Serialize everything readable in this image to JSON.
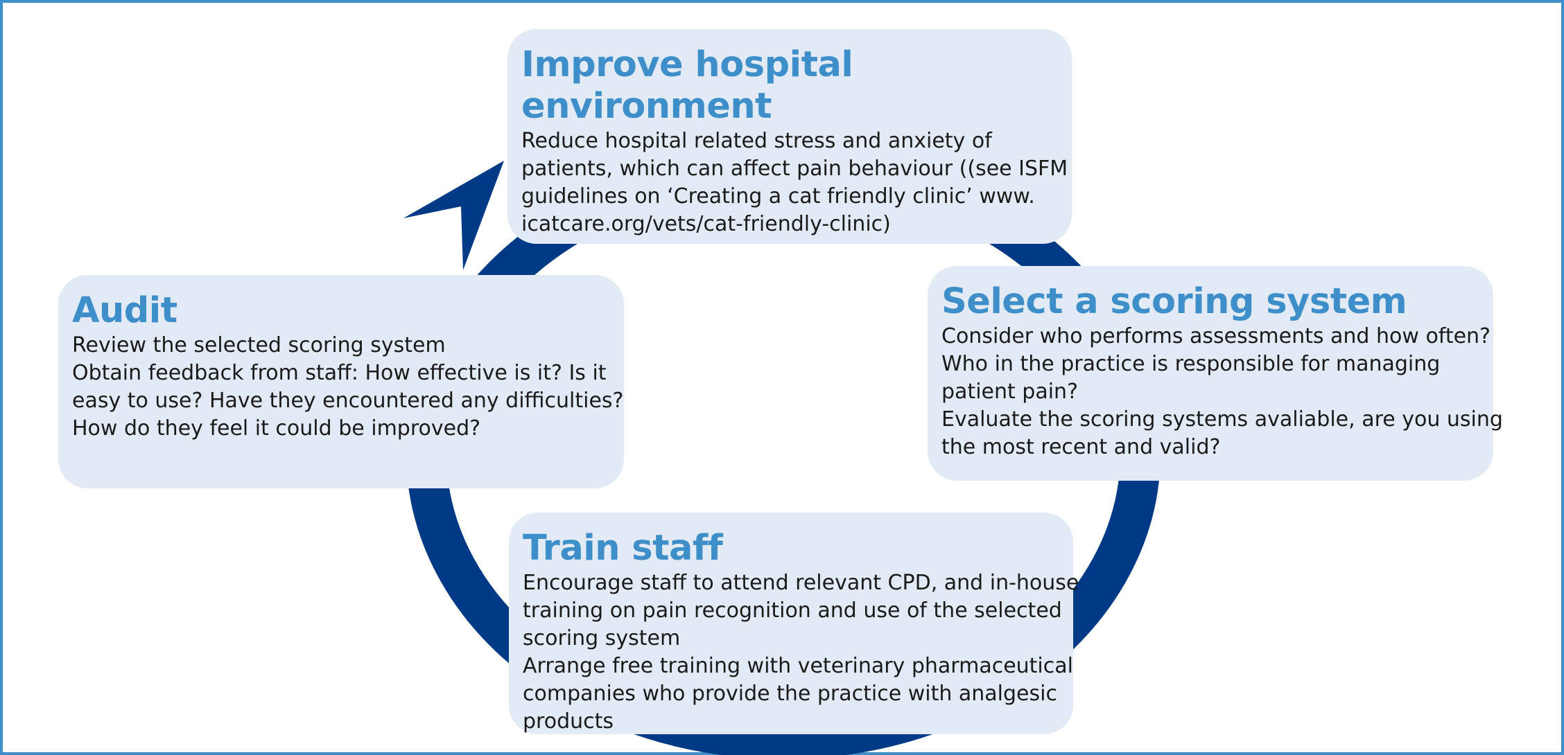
{
  "colors": {
    "frame": "#3d8ec9",
    "arrow": "#003a87",
    "card_fill": "#e2ebf5",
    "title": "#3d8ec9",
    "body_text": "#1a1a1a"
  },
  "cards": {
    "improve": {
      "title": "Improve hospital environment",
      "lines": [
        "Reduce hospital related stress and anxiety of",
        "patients, which can affect pain behaviour ((see ISFM",
        "guidelines on ‘Creating a cat friendly clinic’ www.",
        "icatcare.org/vets/cat-friendly-clinic)"
      ]
    },
    "select": {
      "title": "Select a scoring system",
      "lines": [
        "Consider who performs assessments and how often?",
        "Who in the practice is responsible for managing",
        "patient pain?",
        "Evaluate the scoring systems avaliable, are you using",
        "the most recent and valid?"
      ]
    },
    "train": {
      "title": "Train staff",
      "lines": [
        "Encourage staff to attend relevant CPD, and in-house",
        "training on pain recognition and use of the selected",
        "scoring system",
        "Arrange free training with veterinary pharmaceutical",
        "companies who provide  the practice with analgesic",
        "products"
      ]
    },
    "audit": {
      "title": "Audit",
      "lines": [
        "Review the selected scoring system",
        "Obtain feedback from staff: How effective is it? Is it",
        "easy to use? Have they encountered any difficulties?",
        "How do they feel it could be improved?"
      ]
    }
  }
}
